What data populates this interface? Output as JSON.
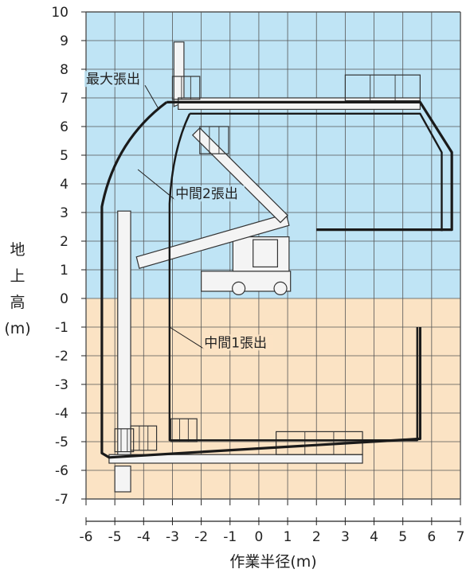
{
  "chart_data": {
    "type": "diagram",
    "xlabel": "作業半径(m)",
    "ylabel_chars": [
      "地",
      "上",
      "高",
      "(m)"
    ],
    "x_ticks": [
      -6,
      -5,
      -4,
      -3,
      -2,
      -1,
      0,
      1,
      2,
      3,
      4,
      5,
      6,
      7
    ],
    "y_ticks": [
      10,
      9,
      8,
      7,
      6,
      5,
      4,
      3,
      2,
      1,
      0,
      -1,
      -2,
      -3,
      -4,
      -5,
      -6,
      -7
    ],
    "xlim": [
      -6,
      7
    ],
    "ylim": [
      -7,
      10
    ],
    "grid": true,
    "colors": {
      "above_ground": "#bfe4f5",
      "below_ground": "#fbe3c4",
      "grid": "#555555",
      "envelope": "#1a1a1a"
    },
    "annotations": [
      {
        "text": "最大張出",
        "x": -6.0,
        "y": 7.55,
        "tx": -3.5,
        "ty": 6.65
      },
      {
        "text": "中間2張出",
        "x": -2.9,
        "y": 3.55,
        "tx": -4.2,
        "ty": 4.5
      },
      {
        "text": "中間1張出",
        "x": -1.9,
        "y": -1.65,
        "tx": -3.1,
        "ty": -1.0
      }
    ],
    "envelopes": [
      {
        "name": "最大張出",
        "points": [
          [
            -3.2,
            6.85
          ],
          [
            5.6,
            6.85
          ],
          [
            6.7,
            5.1
          ],
          [
            6.7,
            2.4
          ],
          [
            2.0,
            2.4
          ]
        ],
        "curve_points": [
          [
            -3.2,
            6.85
          ],
          [
            -5.0,
            5.5
          ],
          [
            -5.45,
            3.2
          ],
          [
            -5.45,
            -5.4
          ],
          [
            -5.2,
            -5.55
          ],
          [
            5.6,
            -4.9
          ],
          [
            5.6,
            -1.0
          ]
        ]
      },
      {
        "name": "中間2張出",
        "points": [
          [
            -2.4,
            6.45
          ],
          [
            5.6,
            6.45
          ],
          [
            6.35,
            5.1
          ],
          [
            6.35,
            2.35
          ]
        ],
        "curve_points": [
          [
            -2.4,
            6.45
          ],
          [
            -3.0,
            5.2
          ],
          [
            -3.1,
            3.3
          ],
          [
            -3.1,
            -4.95
          ],
          [
            -2.9,
            -4.95
          ],
          [
            5.5,
            -4.95
          ],
          [
            5.5,
            -1.0
          ]
        ]
      }
    ]
  }
}
